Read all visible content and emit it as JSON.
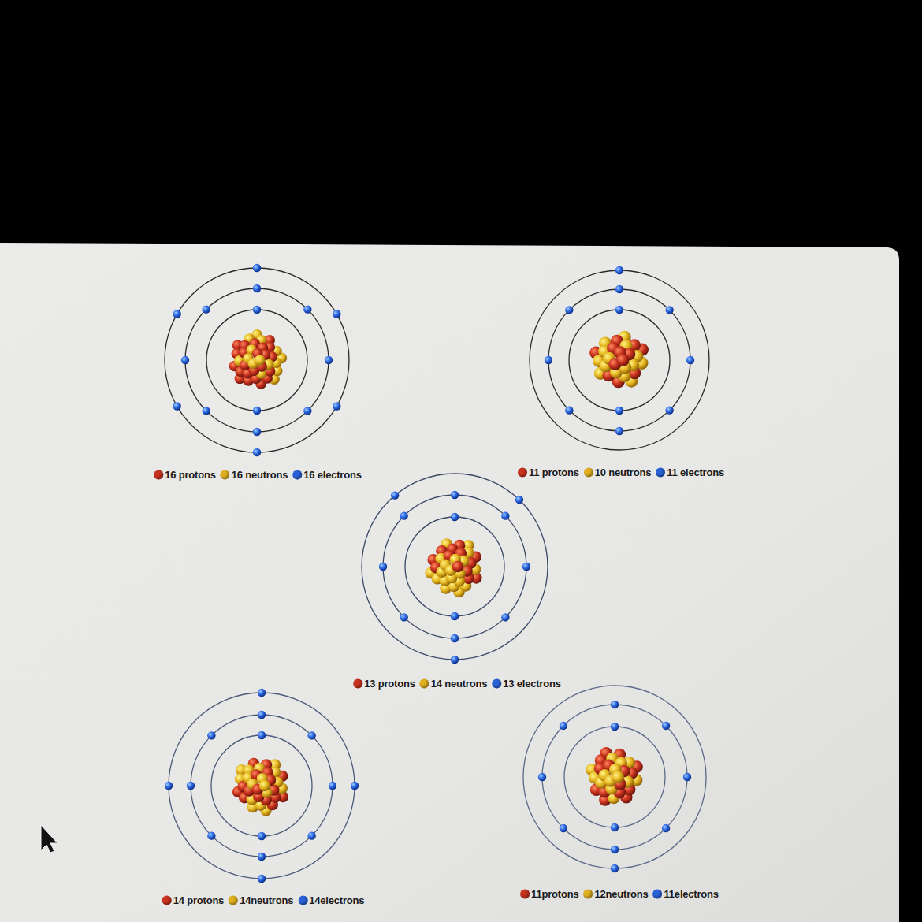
{
  "diagram": {
    "legend": [
      {
        "text": "16 protons",
        "color": "#c8321e"
      },
      {
        "text": "16 neutrons",
        "color": "#e0b020"
      },
      {
        "text": "16 electrons",
        "color": "#2a62d8"
      },
      {
        "text": "11 protons",
        "color": "#c8321e"
      },
      {
        "text": "10 neutrons",
        "color": "#e0b020"
      },
      {
        "text": "11 electrons",
        "color": "#2a62d8"
      },
      {
        "text": "13 protons",
        "color": "#c8321e"
      },
      {
        "text": "14 neutrons",
        "color": "#e0b020"
      },
      {
        "text": "13 electrons",
        "color": "#2a62d8"
      },
      {
        "text": "14 protons",
        "color": "#c8321e"
      },
      {
        "text": "14neutrons",
        "color": "#e0b020"
      },
      {
        "text": "14electrons",
        "color": "#2a62d8"
      },
      {
        "text": "11protons",
        "color": "#c8321e"
      },
      {
        "text": "12neutrons",
        "color": "#e0b020"
      },
      {
        "text": "11electrons",
        "color": "#2a62d8"
      }
    ]
  }
}
